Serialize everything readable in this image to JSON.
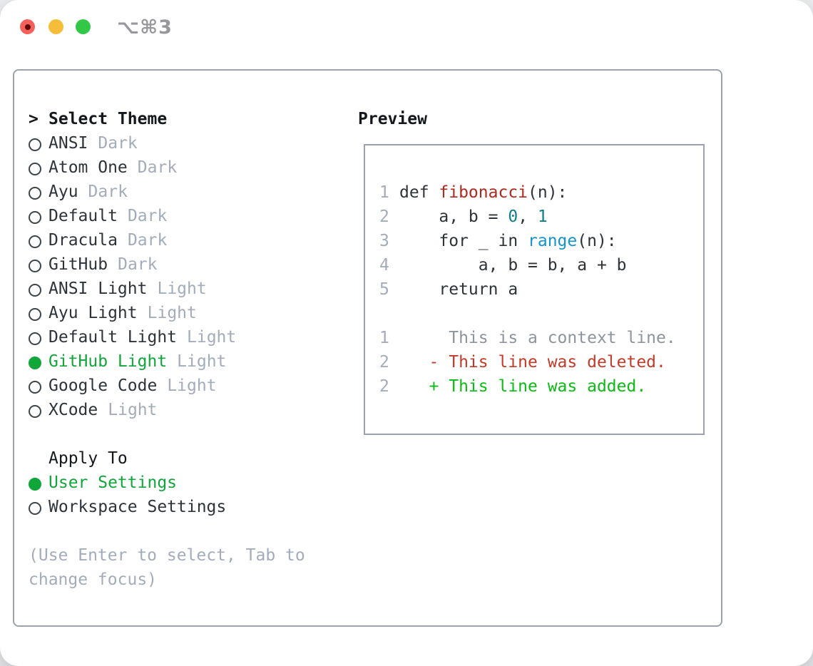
{
  "window": {
    "title": "⌥⌘3",
    "traffic_lights": [
      {
        "name": "close",
        "color": "#f7605a"
      },
      {
        "name": "minimize",
        "color": "#f5bd3a"
      },
      {
        "name": "zoom",
        "color": "#33c748"
      }
    ]
  },
  "theme_picker": {
    "prompt": ">",
    "title": "Select Theme",
    "items": [
      {
        "name": "ANSI",
        "variant": "Dark",
        "selected": false
      },
      {
        "name": "Atom One",
        "variant": "Dark",
        "selected": false
      },
      {
        "name": "Ayu",
        "variant": "Dark",
        "selected": false
      },
      {
        "name": "Default",
        "variant": "Dark",
        "selected": false
      },
      {
        "name": "Dracula",
        "variant": "Dark",
        "selected": false
      },
      {
        "name": "GitHub",
        "variant": "Dark",
        "selected": false
      },
      {
        "name": "ANSI Light",
        "variant": "Light",
        "selected": false
      },
      {
        "name": "Ayu Light",
        "variant": "Light",
        "selected": false
      },
      {
        "name": "Default Light",
        "variant": "Light",
        "selected": false
      },
      {
        "name": "GitHub Light",
        "variant": "Light",
        "selected": true
      },
      {
        "name": "Google Code",
        "variant": "Light",
        "selected": false
      },
      {
        "name": "XCode",
        "variant": "Light",
        "selected": false
      }
    ]
  },
  "apply_to": {
    "title": "Apply To",
    "options": [
      {
        "label": "User Settings",
        "selected": true
      },
      {
        "label": "Workspace Settings",
        "selected": false
      }
    ]
  },
  "hint": "(Use Enter to select, Tab to change focus)",
  "preview": {
    "title": "Preview",
    "code_lines": [
      {
        "num": "1",
        "tokens": [
          {
            "t": "def ",
            "c": "fg"
          },
          {
            "t": "fibonacci",
            "c": "red"
          },
          {
            "t": "(n):",
            "c": "fg"
          }
        ]
      },
      {
        "num": "2",
        "tokens": [
          {
            "t": "    a, b = ",
            "c": "fg"
          },
          {
            "t": "0",
            "c": "teal"
          },
          {
            "t": ", ",
            "c": "fg"
          },
          {
            "t": "1",
            "c": "teal"
          }
        ]
      },
      {
        "num": "3",
        "tokens": [
          {
            "t": "    for _ in ",
            "c": "fg"
          },
          {
            "t": "range",
            "c": "blue"
          },
          {
            "t": "(n):",
            "c": "fg"
          }
        ]
      },
      {
        "num": "4",
        "tokens": [
          {
            "t": "        a, b = b, a + b",
            "c": "fg"
          }
        ]
      },
      {
        "num": "5",
        "tokens": [
          {
            "t": "    return a",
            "c": "fg"
          }
        ]
      },
      {
        "num": "",
        "tokens": []
      },
      {
        "num": "1",
        "tokens": [
          {
            "t": "     This is a context line.",
            "c": "ctx"
          }
        ]
      },
      {
        "num": "2",
        "tokens": [
          {
            "t": "   - This line was deleted.",
            "c": "delred"
          }
        ]
      },
      {
        "num": "2",
        "tokens": [
          {
            "t": "   + This line was added.",
            "c": "addgreen"
          }
        ]
      }
    ]
  },
  "colors": {
    "text_dark": "#2e333a",
    "header_black": "#14181d",
    "dim_gray": "#a2acba",
    "context_gray": "#8d949c",
    "accent_green": "#10a63a",
    "add_green": "#0cbb14",
    "delete_red": "#c43a28",
    "function_red": "#b0281e",
    "number_teal": "#0f7f8b",
    "builtin_blue": "#1592d2",
    "border_gray": "#9aa3ae",
    "traffic_red": "#f7605a",
    "traffic_yellow": "#f5bd3a",
    "traffic_green": "#33c748"
  }
}
